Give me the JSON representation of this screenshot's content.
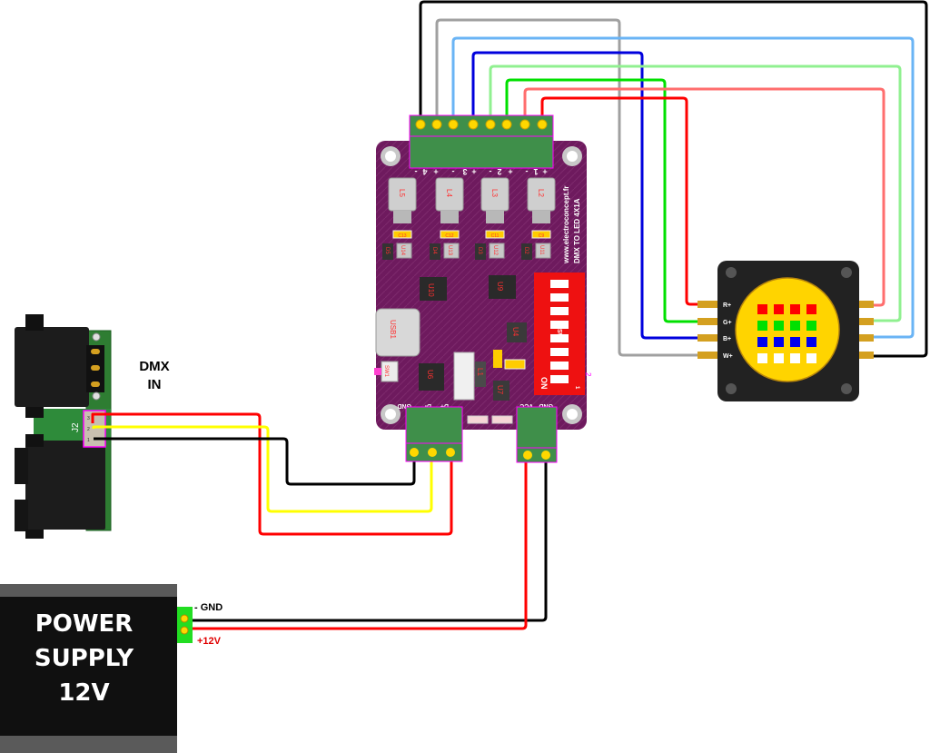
{
  "labels": {
    "dmx_in_line1": "DMX",
    "dmx_in_line2": "IN",
    "psu_line1": "POWER",
    "psu_line2": "SUPPLY",
    "psu_line3": "12V",
    "psu_gnd": "- GND",
    "psu_vplus": "+12V"
  },
  "board": {
    "url": "www.electroconcept.fr",
    "name": "DMX TO LED 4X1A",
    "output_terminal_marks": [
      "-",
      "4",
      "+",
      "-",
      "3",
      "+",
      "-",
      "2",
      "+",
      "-",
      "1",
      "+"
    ],
    "inductors": [
      "L5",
      "L4",
      "L3",
      "L2"
    ],
    "drivers": [
      "U14",
      "U13",
      "U12",
      "U11"
    ],
    "diodes": [
      "D5",
      "D4",
      "D3",
      "D2"
    ],
    "caps": [
      "C13",
      "C12",
      "C11",
      "C9"
    ],
    "ics": [
      "U10",
      "U9",
      "U4",
      "U6",
      "U7"
    ],
    "usb_label": "USB1",
    "inductor_l1": "L1",
    "switch_label": "SW2",
    "switch_on": "ON",
    "switch_pin1": "1",
    "switch_pin2": "2",
    "button_label": "SW1",
    "dmx_terminal_labels": [
      "GND",
      "D-",
      "D+"
    ],
    "power_terminal_labels": [
      "VCC",
      "GND"
    ]
  },
  "dmx_connector": {
    "ref": "J2",
    "pins": [
      "3",
      "2",
      "1"
    ]
  },
  "led_module": {
    "left_pins": [
      "R+",
      "G+",
      "B+",
      "W+"
    ],
    "rows": [
      {
        "color": "#ff0000",
        "count": 4
      },
      {
        "color": "#00e000",
        "count": 4
      },
      {
        "color": "#0000ee",
        "count": 4
      },
      {
        "color": "#ffffff",
        "count": 4
      }
    ]
  },
  "wires": {
    "colors": {
      "black": "#000000",
      "gray": "#a0a0a0",
      "light_blue": "#6ab4f5",
      "blue": "#0000dd",
      "light_green": "#90f090",
      "green": "#00e000",
      "light_red": "#ff6e6e",
      "red": "#ff0000",
      "yellow": "#ffff00"
    }
  }
}
